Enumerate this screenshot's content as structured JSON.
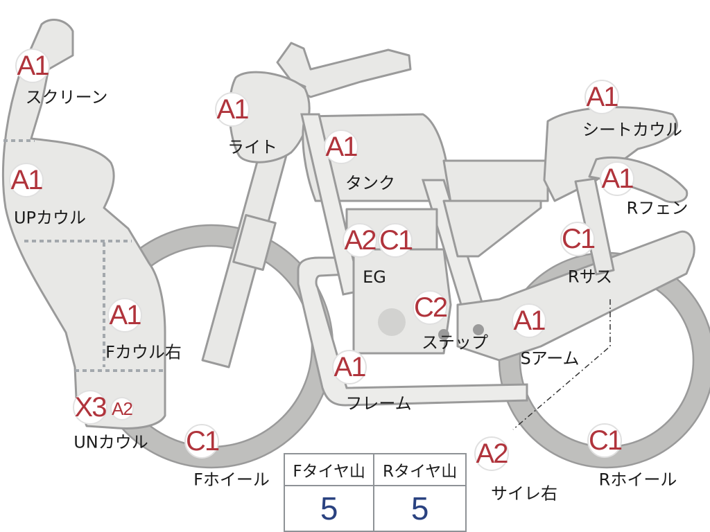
{
  "diagram": {
    "parts": [
      {
        "id": "screen",
        "grade": "A1",
        "label": "スクリーン"
      },
      {
        "id": "light",
        "grade": "A1",
        "label": "ライト"
      },
      {
        "id": "tank",
        "grade": "A1",
        "label": "タンク"
      },
      {
        "id": "seat_cowl",
        "grade": "A1",
        "label": "シートカウル"
      },
      {
        "id": "r_fender",
        "grade": "A1",
        "label": "Rフェン"
      },
      {
        "id": "up_cowl",
        "grade": "A1",
        "label": "UPカウル"
      },
      {
        "id": "engine",
        "grade": "A2",
        "grade2": "C1",
        "label": "EG"
      },
      {
        "id": "r_sus",
        "grade": "C1",
        "label": "Rサス"
      },
      {
        "id": "step",
        "grade": "C2",
        "label": "ステップ"
      },
      {
        "id": "f_cowl_r",
        "grade": "A1",
        "label": "Fカウル右"
      },
      {
        "id": "s_arm",
        "grade": "A1",
        "label": "Sアーム"
      },
      {
        "id": "frame",
        "grade": "A1",
        "label": "フレーム"
      },
      {
        "id": "un_cowl",
        "grade": "X3",
        "grade2": "A2",
        "label": "UNカウル"
      },
      {
        "id": "f_wheel",
        "grade": "C1",
        "label": "Fホイール"
      },
      {
        "id": "r_wheel",
        "grade": "C1",
        "label": "Rホイール"
      },
      {
        "id": "silencer_r",
        "grade": "A2",
        "label": "サイレ右"
      }
    ]
  },
  "tread_table": {
    "headers": [
      "Fタイヤ山",
      "Rタイヤ山"
    ],
    "values": [
      "5",
      "5"
    ]
  },
  "colors": {
    "badge_text": "#b0343c",
    "part_fill": "#e8e8e6",
    "table_value": "#2a4280"
  }
}
